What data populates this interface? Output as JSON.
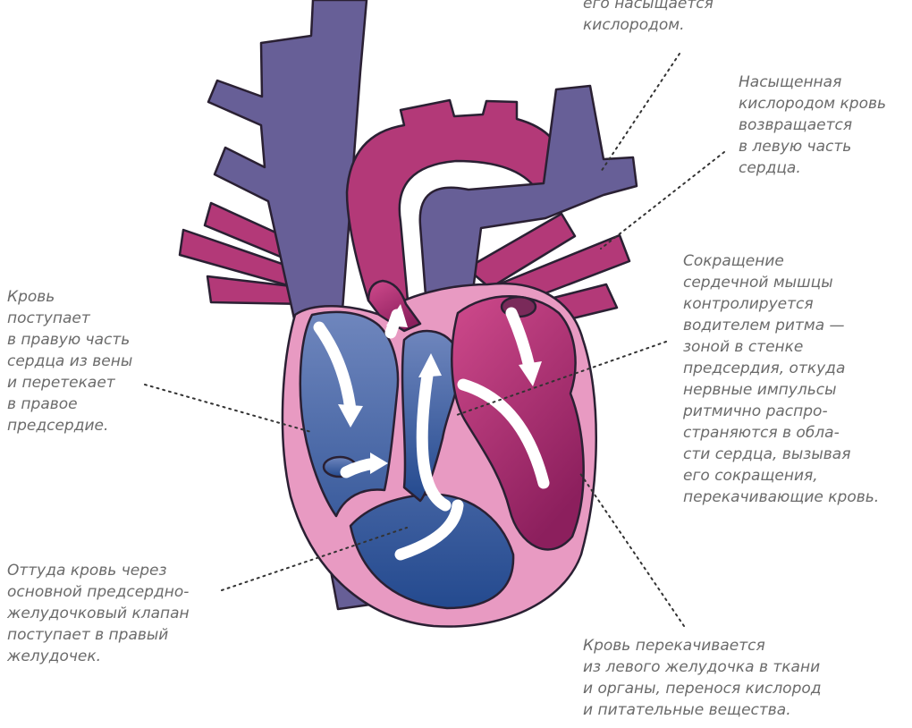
{
  "captions": {
    "top": "его насыщается\nкислородом.",
    "right_return": "Насыщенная\nкислородом кровь\nвозвращается\nв левую часть\nсердца.",
    "right_pacemaker": "Сокращение\nсердечной мышцы\nконтролируется\nводителем ритма —\nзоной в стенке\nпредсердия, откуда\nнервные импульсы\nритмично распро-\nстраняются в обла-\nсти сердца, вызывая\nего сокращения,\nперекачивающие кровь.",
    "left_inflow": "Кровь\nпоступает\nв правую часть\nсердца из вены\nи перетекает\nв правое\nпредсердие.",
    "left_valve": "Оттуда кровь через\nосновной предсердно-\nжелудочковый клапан\nпоступает в правый\nжелудочек.",
    "bottom_pump": "Кровь перекачивается\nиз левого желудочка в ткани\nи органы, перенося кислород\nи питательные вещества."
  },
  "colors": {
    "vein": "#675f97",
    "artery": "#b33978",
    "muscle": "#e89ac2",
    "outline": "#2a2033",
    "deoxygenated_light": "#6f86bd",
    "deoxygenated_dark": "#244a8f",
    "oxygenated_light": "#cf4a8c",
    "oxygenated_dark": "#8c1f5d",
    "leader_line": "#333333",
    "text": "#6b6b6b"
  }
}
